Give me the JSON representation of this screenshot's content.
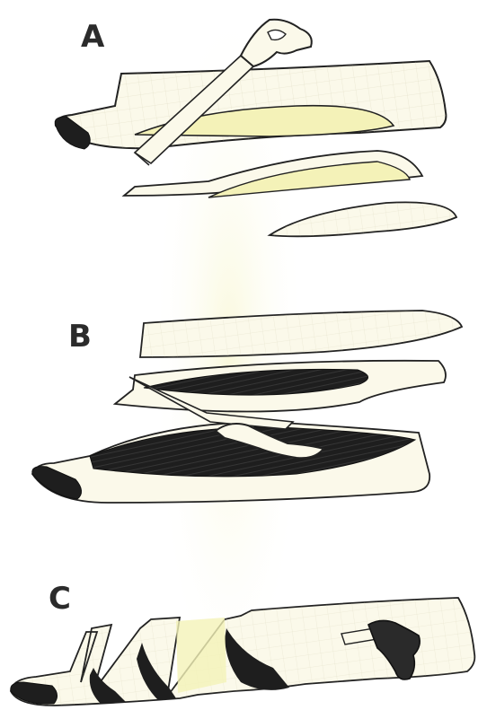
{
  "figure": {
    "panels": [
      {
        "label": "A"
      },
      {
        "label": "B"
      },
      {
        "label": "C"
      }
    ]
  },
  "colors": {
    "ink": "#222222",
    "shading": "#1e1e1e",
    "paper": "#fbf9ea",
    "highlight": "#f4f2b8",
    "background": "#ffffff"
  }
}
